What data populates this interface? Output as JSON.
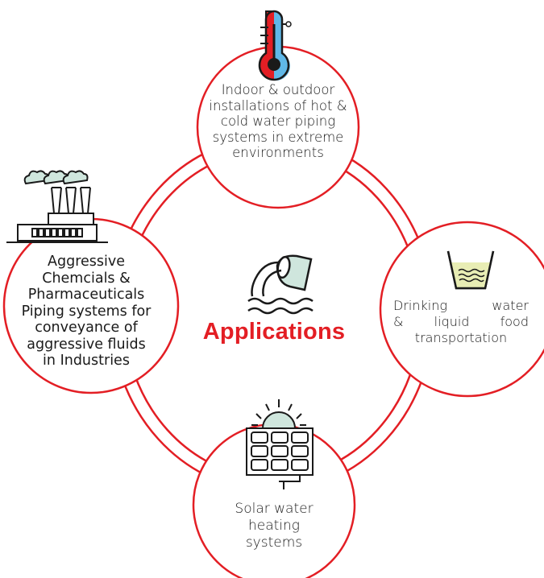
{
  "diagram": {
    "center_title": "Applications",
    "colors": {
      "accent": "#e31e24",
      "text": "#1a1a1a",
      "liquid": "#e8edb4",
      "sun": "#cfe6dd"
    },
    "nodes": [
      {
        "id": "top",
        "icon": "thermometer-icon",
        "lines": [
          "Indoor & outdoor",
          "installations of hot &",
          "cold water piping",
          "systems in extreme",
          "environments"
        ]
      },
      {
        "id": "right",
        "icon": "glass-of-water-icon",
        "lines": [
          "Drinking water",
          "& liquid food",
          "transportation"
        ]
      },
      {
        "id": "bottom",
        "icon": "solar-panel-icon",
        "lines": [
          "Solar water",
          "heating",
          "systems"
        ]
      },
      {
        "id": "left",
        "icon": "factory-icon",
        "lines": [
          "Aggressive",
          "Chemcials &",
          "Pharmaceuticals",
          "Piping systems for",
          "conveyance of",
          "aggressive fluids",
          "in Industries"
        ]
      }
    ],
    "center_icon": "pipe-water-outlet-icon"
  }
}
